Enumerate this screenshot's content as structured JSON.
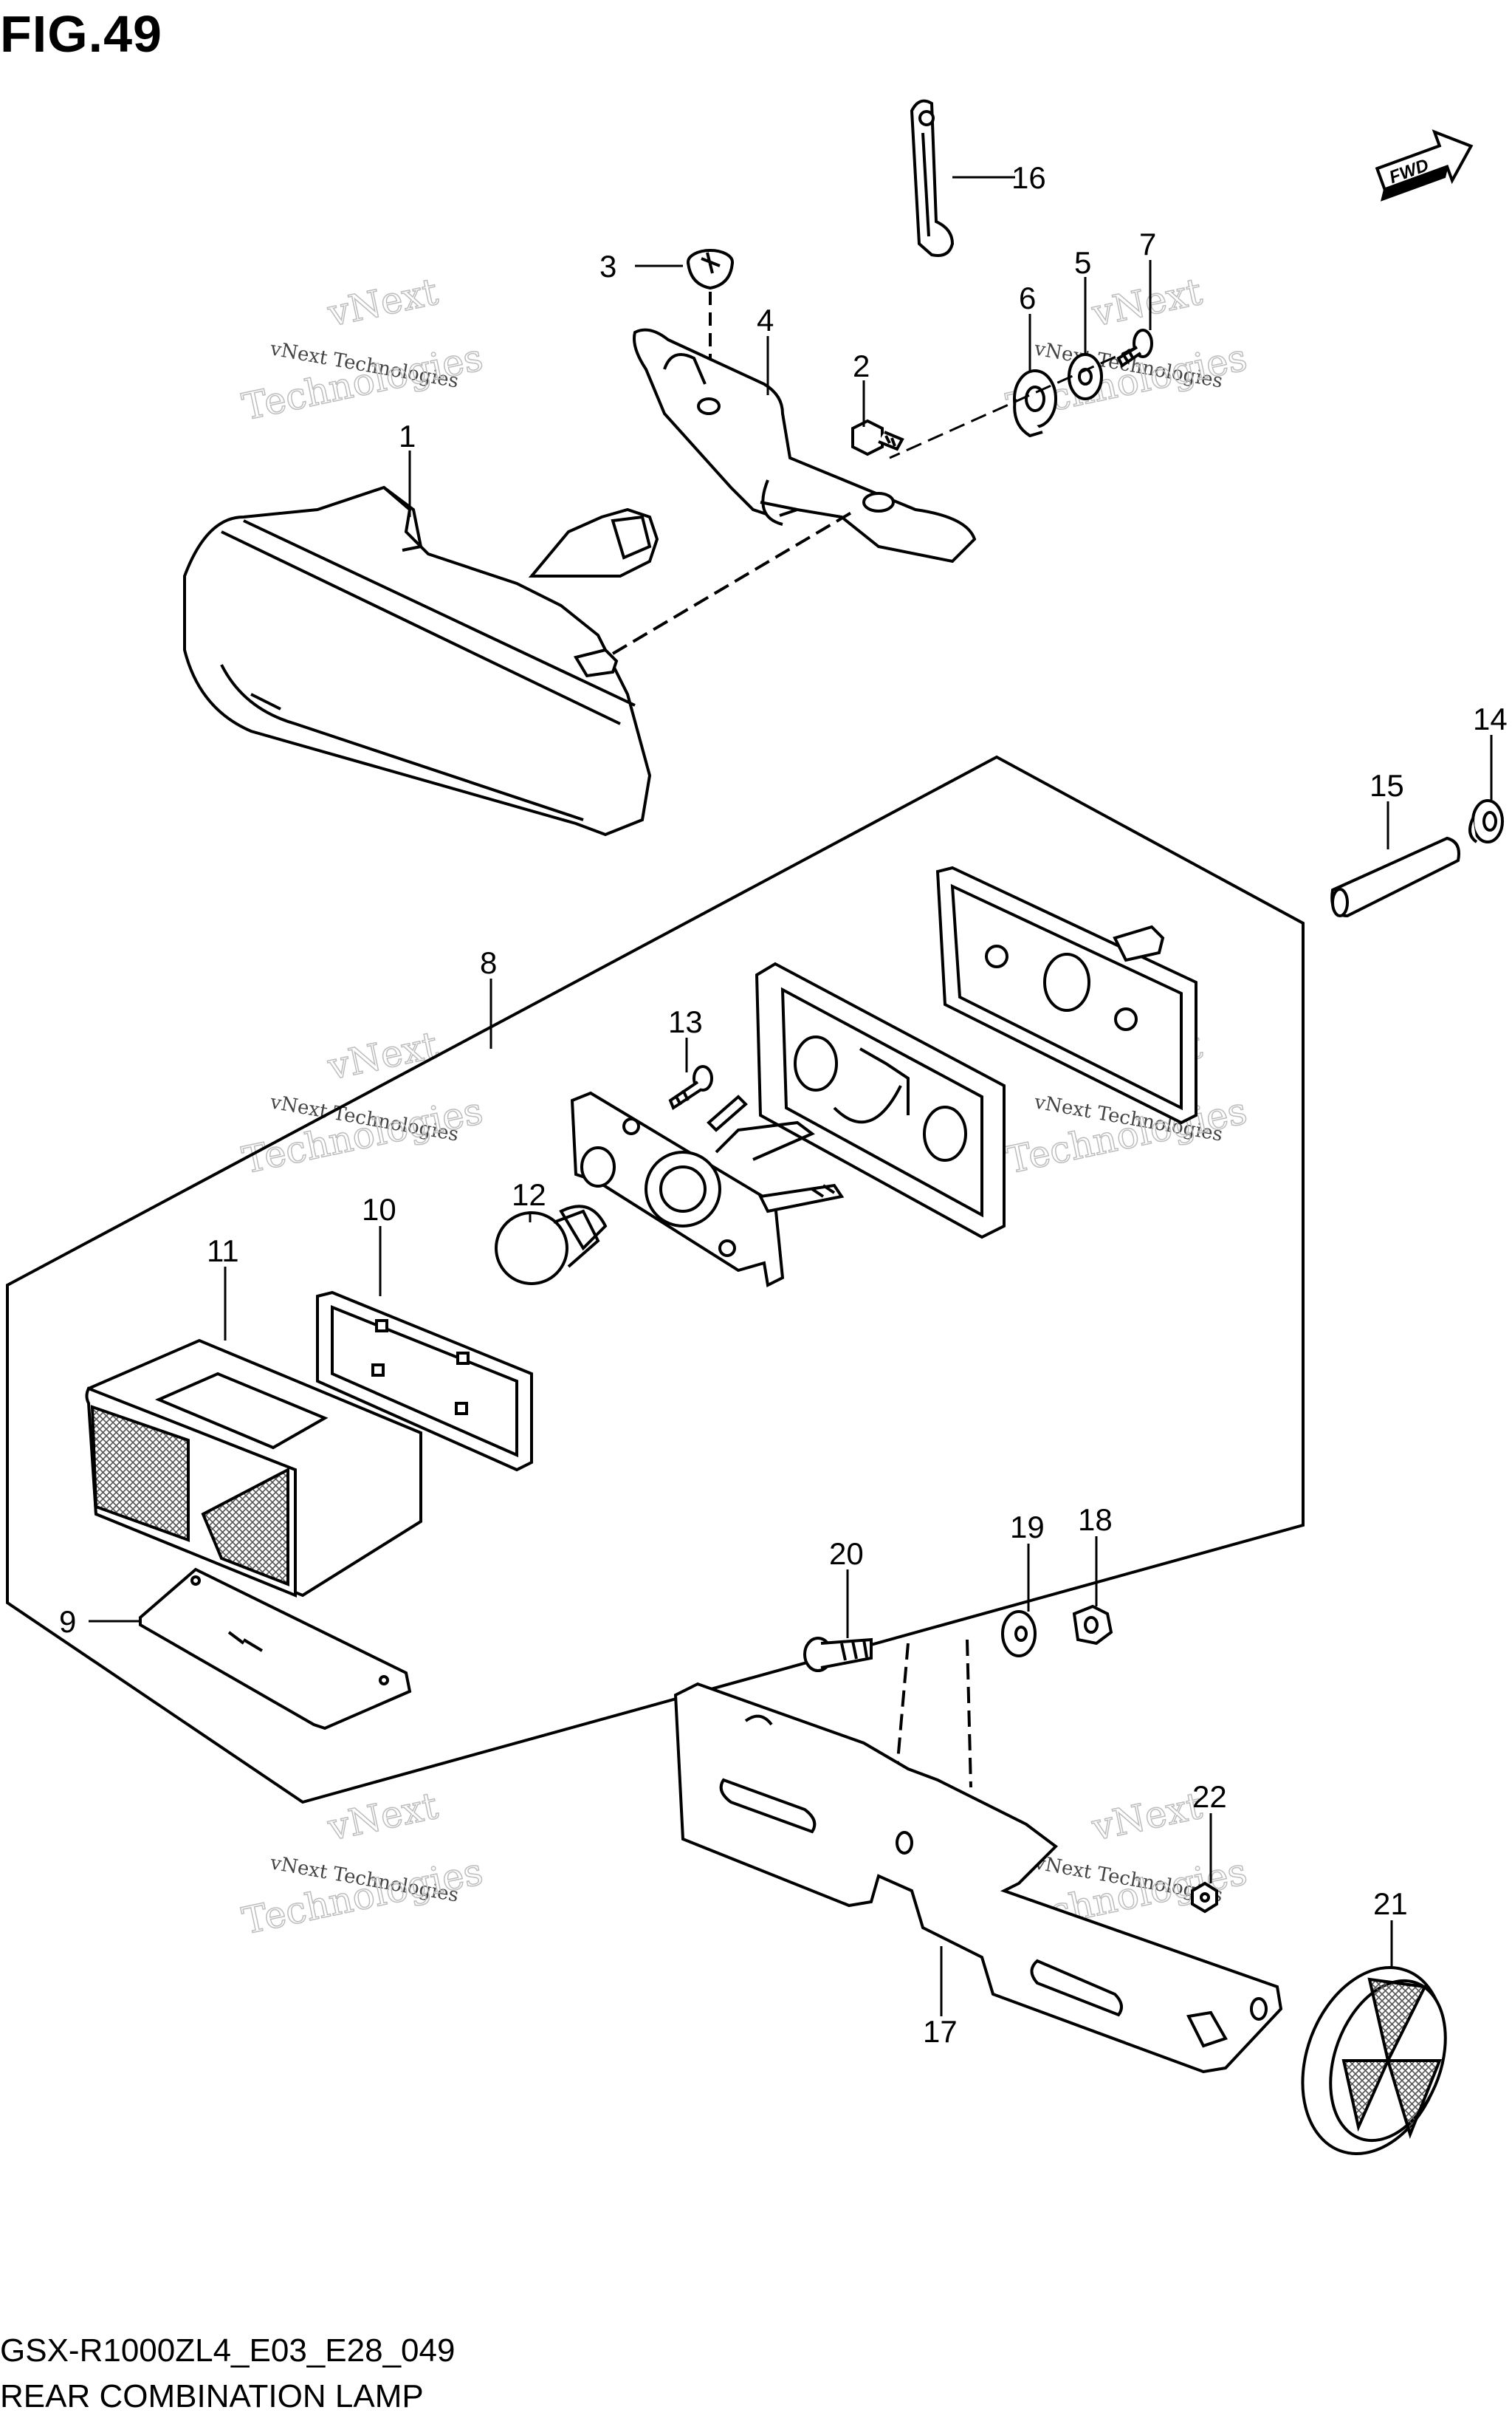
{
  "figure": {
    "title": "FIG.49",
    "model_code": "GSX-R1000ZL4_E03_E28_049",
    "name": "REAR COMBINATION LAMP",
    "fwd_label": "FWD"
  },
  "watermark": {
    "line1": "vNext Technologies",
    "outline_top": "vNext",
    "outline_bottom": "Technologies"
  },
  "callouts": [
    "1",
    "2",
    "3",
    "4",
    "5",
    "6",
    "7",
    "8",
    "9",
    "10",
    "11",
    "12",
    "13",
    "14",
    "15",
    "16",
    "17",
    "18",
    "19",
    "20",
    "21",
    "22"
  ],
  "parts": [
    {
      "ref": "1",
      "icon": "tail-lamp-housing"
    },
    {
      "ref": "2",
      "icon": "bolt"
    },
    {
      "ref": "3",
      "icon": "screw"
    },
    {
      "ref": "4",
      "icon": "bracket"
    },
    {
      "ref": "5",
      "icon": "washer"
    },
    {
      "ref": "6",
      "icon": "cushion"
    },
    {
      "ref": "7",
      "icon": "screw"
    },
    {
      "ref": "8",
      "icon": "license-lamp-assembly"
    },
    {
      "ref": "9",
      "icon": "lens-plate"
    },
    {
      "ref": "10",
      "icon": "gasket"
    },
    {
      "ref": "11",
      "icon": "lens"
    },
    {
      "ref": "12",
      "icon": "bulb"
    },
    {
      "ref": "13",
      "icon": "screw"
    },
    {
      "ref": "14",
      "icon": "nut"
    },
    {
      "ref": "15",
      "icon": "spacer"
    },
    {
      "ref": "16",
      "icon": "clamp"
    },
    {
      "ref": "17",
      "icon": "reflector-bracket"
    },
    {
      "ref": "18",
      "icon": "nut"
    },
    {
      "ref": "19",
      "icon": "washer"
    },
    {
      "ref": "20",
      "icon": "bolt"
    },
    {
      "ref": "21",
      "icon": "reflector"
    },
    {
      "ref": "22",
      "icon": "nut"
    }
  ]
}
